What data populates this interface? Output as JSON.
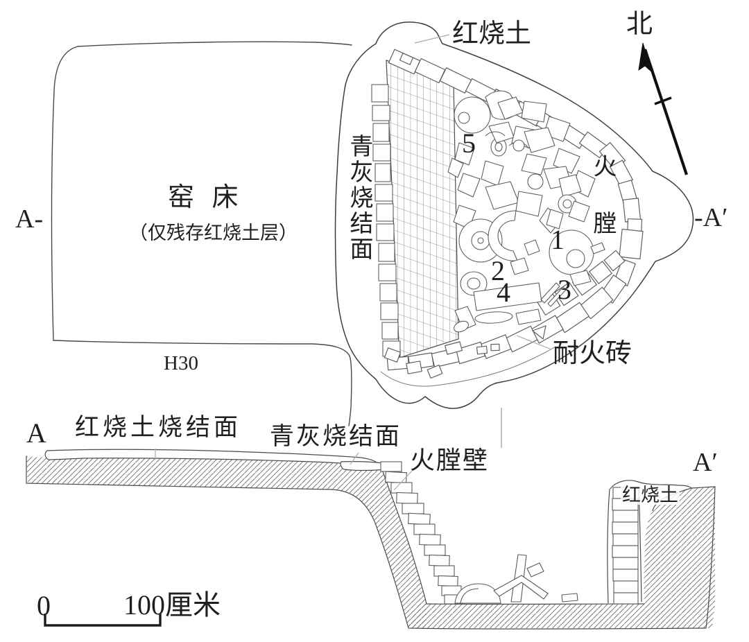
{
  "figure": {
    "plan": {
      "red_burnt_earth_label": "红烧土",
      "north_label": "北",
      "kiln_bed_title": "窑 床",
      "kiln_bed_note": "（仅残存红烧土层）",
      "grey_sintered_label": "青灰烧结面",
      "fire_chamber_label": "火膛",
      "refractory_brick_label": "耐火砖",
      "pit_number": "H30",
      "section_mark_left": "A-",
      "section_mark_right": "-A′",
      "find_markers": [
        "1",
        "2",
        "3",
        "4",
        "5"
      ]
    },
    "section": {
      "mark_left": "A",
      "mark_right": "A′",
      "red_sintered_label": "红烧土烧结面",
      "grey_sintered_label": "青灰烧结面",
      "fire_chamber_wall_label": "火膛壁",
      "red_burnt_earth_label": "红烧土"
    },
    "scale_bar": {
      "start": "0",
      "end": "100厘米"
    },
    "colors": {
      "ink": "#1f1f1f",
      "line": "#4a4a4a",
      "light_line": "#a8a8a8",
      "background": "#ffffff"
    }
  }
}
